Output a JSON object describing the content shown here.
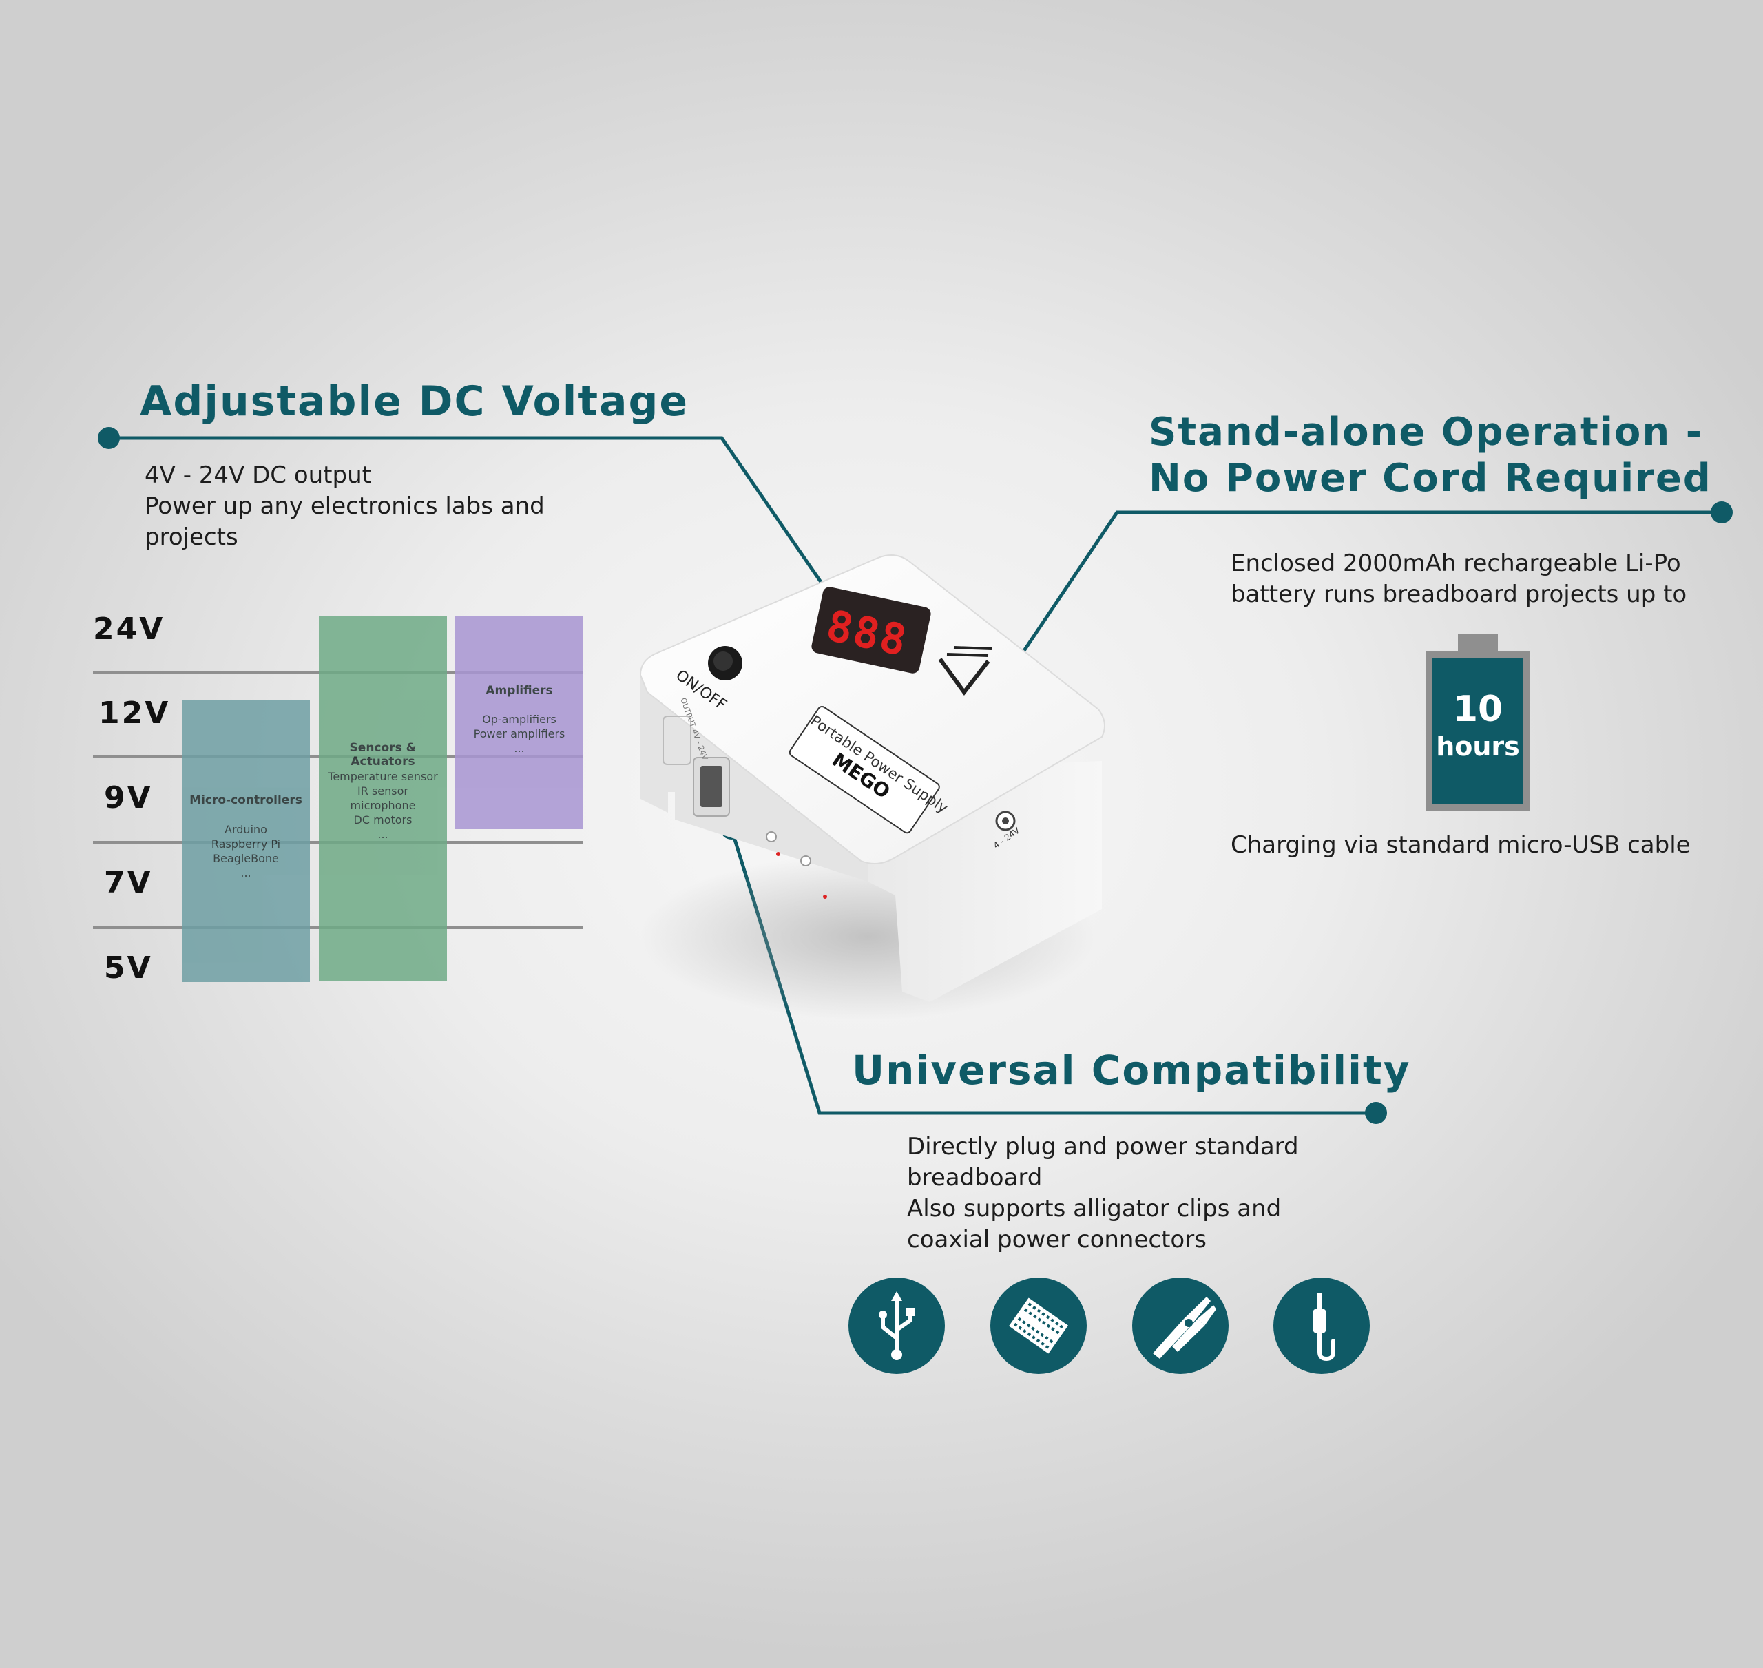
{
  "colors": {
    "accent": "#0f5a66",
    "micro": "#6e9fa3",
    "sensors": "#6faa86",
    "amps": "#a895d2",
    "display_red": "#e02020"
  },
  "sections": {
    "adjustable": {
      "title": "Adjustable DC Voltage",
      "lines": [
        "4V - 24V DC output",
        "Power up any electronics labs and",
        "projects"
      ]
    },
    "standalone": {
      "title_line1": "Stand-alone Operation -",
      "title_line2": "No Power Cord Required",
      "lines": [
        "Enclosed 2000mAh rechargeable Li-Po",
        "battery runs breadboard projects up to"
      ],
      "battery": {
        "value": "10",
        "unit": "hours"
      },
      "charging": "Charging via standard micro-USB cable"
    },
    "universal": {
      "title": "Universal Compatibility",
      "lines": [
        "Directly plug and power standard",
        "breadboard",
        "Also supports alligator clips and",
        "coaxial power connectors"
      ],
      "icons": [
        "usb-icon",
        "breadboard-icon",
        "alligator-clip-icon",
        "coaxial-connector-icon"
      ]
    }
  },
  "voltage_chart": {
    "levels": [
      "24V",
      "12V",
      "9V",
      "7V",
      "5V"
    ],
    "columns": [
      {
        "title": "Micro-controllers",
        "items": [
          "Arduino",
          "Raspberry Pi",
          "BeagleBone",
          "..."
        ]
      },
      {
        "title": "Sencors & Actuators",
        "items": [
          "Temperature sensor",
          "IR sensor",
          "microphone",
          "DC motors",
          "..."
        ]
      },
      {
        "title": "Amplifiers",
        "items": [
          "Op-amplifiers",
          "Power amplifiers",
          "..."
        ]
      }
    ]
  },
  "device": {
    "display": "888",
    "switch_label": "ON/OFF",
    "unit_symbol": "V",
    "label_line1": "Portable Power Supply",
    "label_line2": "MEGO",
    "port_label": "4 - 24V",
    "output_label": "OUTPUT",
    "output_sub": "4V - 24V"
  }
}
